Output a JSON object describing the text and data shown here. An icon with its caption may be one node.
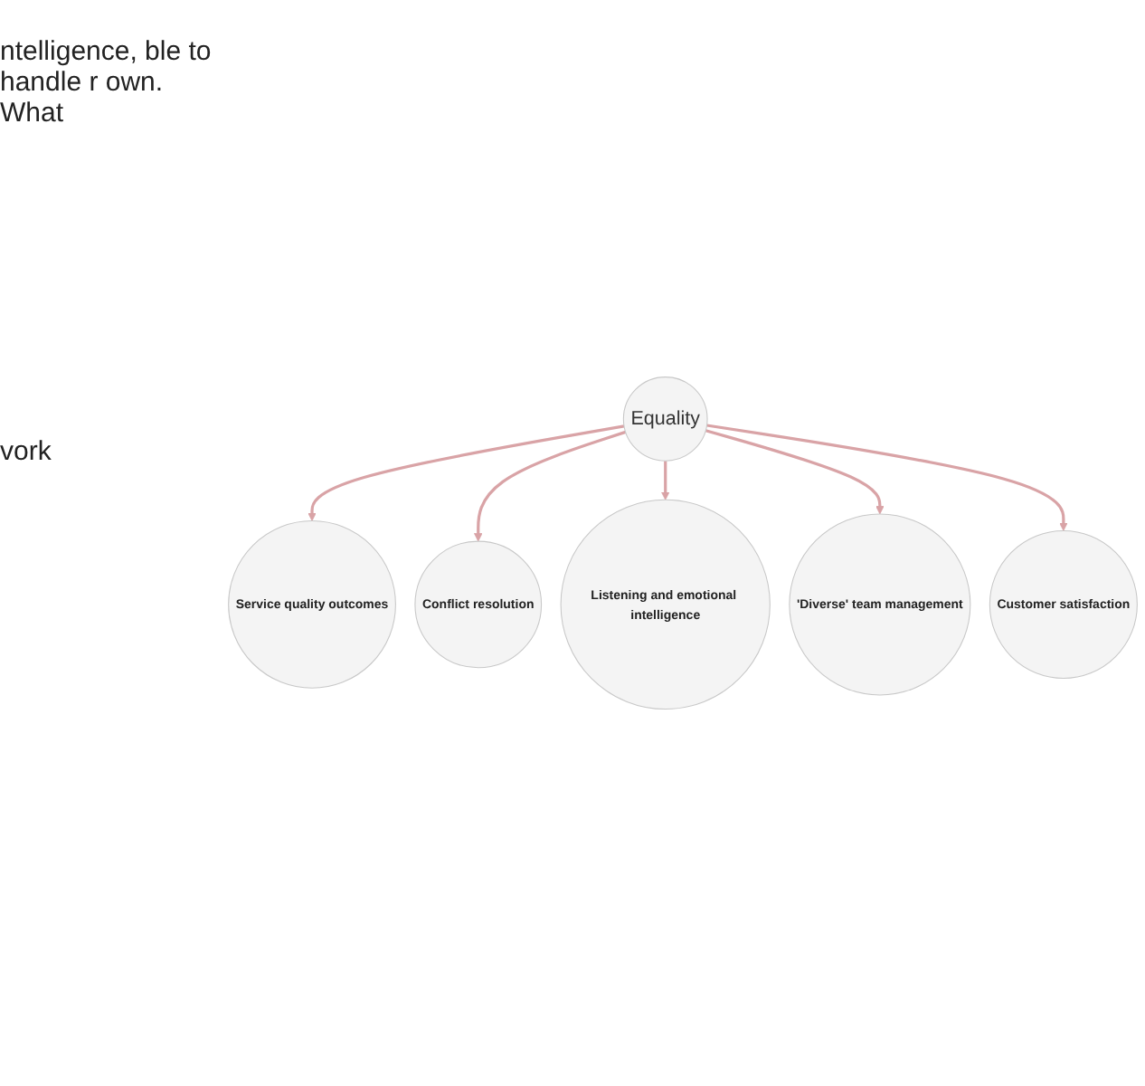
{
  "diagram": {
    "nodes": [
      {
        "text": [
          "Service quality outcomes"
        ]
      },
      {
        "text": [
          "Customer satisfaction"
        ]
      },
      {
        "text": [
          "Equality"
        ]
      },
      {
        "text": [
          "Conflict resolution"
        ]
      },
      {
        "text": [
          "'Diverse' team management"
        ]
      },
      {
        "text": [
          "Listening and emotional intelligence"
        ]
      }
    ],
    "edges": [
      {
        "from": 2,
        "to": 0,
        "arrow": "to"
      },
      {
        "from": 2,
        "to": 3,
        "arrow": "to"
      },
      {
        "from": 2,
        "to": 5,
        "arrow": "to"
      },
      {
        "from": 2,
        "to": 4,
        "arrow": "to"
      },
      {
        "from": 2,
        "to": 1,
        "arrow": "to"
      }
    ],
    "labels": [
      "ntelligence, ble to handle r own. What",
      "vork"
    ]
  }
}
